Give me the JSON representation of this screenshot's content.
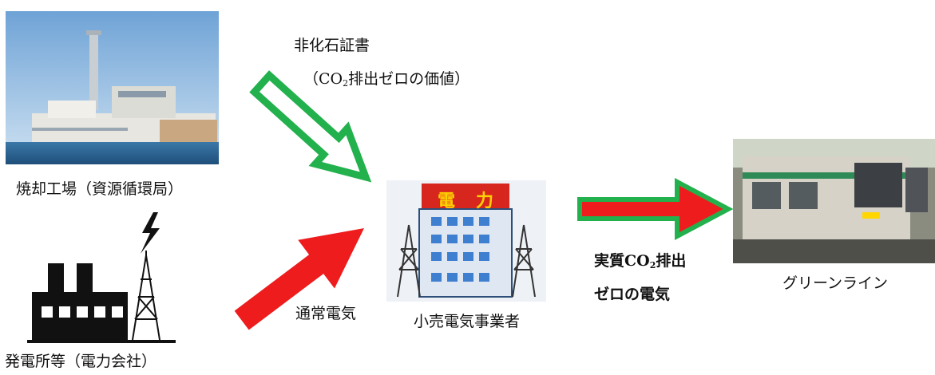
{
  "certificate": {
    "label": "非化石証書",
    "sub_pre": "（CO",
    "sub_num": "2",
    "sub_post": "排出ゼロの価値）"
  },
  "plant": {
    "label": "焼却工場（資源循環局）"
  },
  "power_station": {
    "label": "発電所等（電力会社）"
  },
  "normal_power": {
    "label": "通常電気"
  },
  "retailer": {
    "label": "小売電気事業者",
    "sign": [
      "電",
      "力"
    ]
  },
  "zero_power": {
    "line1_pre": "実質CO",
    "line1_num": "2",
    "line1_post": "排出",
    "line2": "ゼロの電気"
  },
  "train": {
    "label": "グリーンライン"
  },
  "colors": {
    "green": "#22b14c",
    "red": "#ee1c1c",
    "factory_black": "#111111",
    "sign_red": "#d7261e",
    "sign_yellow": "#ffd200",
    "building_blue": "#3f7fd0"
  }
}
